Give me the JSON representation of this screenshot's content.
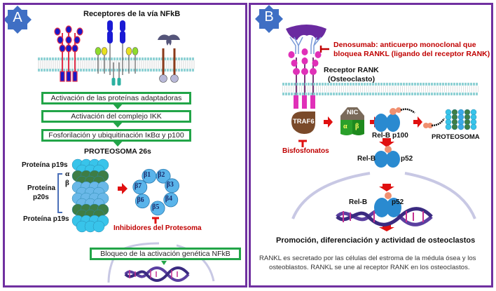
{
  "panel_a": {
    "badge": "A",
    "title": "Receptores de la vía NFkB",
    "flow_steps": [
      "Activación de las proteínas adaptadoras",
      "Activación del complejo IKK",
      "Fosforilación y ubiquitinación IκBα y p100"
    ],
    "proteasome_title": "PROTEOSOMA 26s",
    "proteasome_labels": {
      "top": "Proteína p19s",
      "middle_line1": "Proteína",
      "middle_line2": "p20s",
      "bottom": "Proteína p19s",
      "alpha": "α",
      "beta": "β"
    },
    "beta_subunits": [
      "β1",
      "β2",
      "β3",
      "β4",
      "β5",
      "β6",
      "β7"
    ],
    "inhibitor_label": "Inhibidores del Protesoma",
    "final_step": "Bloqueo de la activación genética NFkB"
  },
  "panel_b": {
    "badge": "B",
    "denosumab_line1": "Denosumab: anticuerpo monoclonal que",
    "denosumab_line2": "bloquea RANKL (ligando del receptor RANK)",
    "receptor_line1": "Receptor RANK",
    "receptor_line2": "(Osteoclasto)",
    "traf6": "TRAF6",
    "bisphosphonates": "Bisfosfonatos",
    "nic": "NIC",
    "nic_alpha": "α",
    "nic_beta": "β",
    "relb": "Rel-B",
    "p100": "p100",
    "p52": "p52",
    "proteasome": "PROTEOSOMA",
    "outcome": "Promoción, diferenciación y actividad de osteoclastos",
    "note_line1": "RANKL es secretado por las células del estroma de la médula ósea y los",
    "note_line2": "osteoblastos. RANKL se une al receptor RANK en los osteoclastos."
  },
  "colors": {
    "frame": "#7030a0",
    "badge": "#3f6fc4",
    "flow_border": "#22a548",
    "inhibitor_red": "#c00000",
    "membrane": "#8fd1d4",
    "proteasome_cyan": "#38c4ea",
    "proteasome_green": "#3e7d45",
    "subunit_blue": "#5ab4ea"
  }
}
